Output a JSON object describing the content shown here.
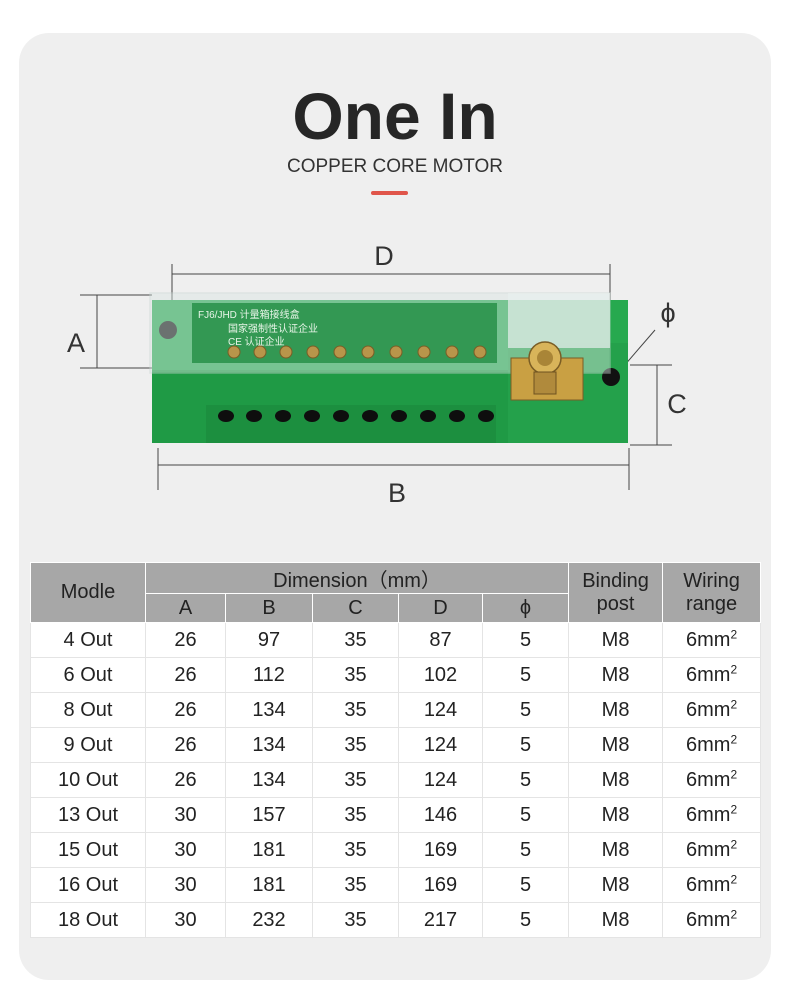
{
  "header": {
    "title": "One In",
    "subtitle": "COPPER CORE MOTOR",
    "accent_color": "#e0554a"
  },
  "diagram": {
    "labels": {
      "A": "A",
      "B": "B",
      "C": "C",
      "D": "D",
      "phi": "ϕ"
    },
    "product": {
      "body_color": "#22a34a",
      "cover_text": [
        "FJ6/JHD 计量箱接线盒",
        "国家强制性认证企业",
        "CE 认证企业"
      ]
    }
  },
  "table": {
    "headers": {
      "model": "Modle",
      "dimension": "Dimension（mm）",
      "binding": [
        "Binding",
        "post"
      ],
      "wiring": [
        "Wiring",
        "range"
      ],
      "sub": [
        "A",
        "B",
        "C",
        "D",
        "ϕ"
      ]
    },
    "rows": [
      {
        "model": "4 Out",
        "a": "26",
        "b": "97",
        "c": "35",
        "d": "87",
        "phi": "5",
        "binding": "M8",
        "wiring": "6mm",
        "wiring_sup": "2"
      },
      {
        "model": "6 Out",
        "a": "26",
        "b": "112",
        "c": "35",
        "d": "102",
        "phi": "5",
        "binding": "M8",
        "wiring": "6mm",
        "wiring_sup": "2"
      },
      {
        "model": "8 Out",
        "a": "26",
        "b": "134",
        "c": "35",
        "d": "124",
        "phi": "5",
        "binding": "M8",
        "wiring": "6mm",
        "wiring_sup": "2"
      },
      {
        "model": "9 Out",
        "a": "26",
        "b": "134",
        "c": "35",
        "d": "124",
        "phi": "5",
        "binding": "M8",
        "wiring": "6mm",
        "wiring_sup": "2"
      },
      {
        "model": "10 Out",
        "a": "26",
        "b": "134",
        "c": "35",
        "d": "124",
        "phi": "5",
        "binding": "M8",
        "wiring": "6mm",
        "wiring_sup": "2"
      },
      {
        "model": "13 Out",
        "a": "30",
        "b": "157",
        "c": "35",
        "d": "146",
        "phi": "5",
        "binding": "M8",
        "wiring": "6mm",
        "wiring_sup": "2"
      },
      {
        "model": "15 Out",
        "a": "30",
        "b": "181",
        "c": "35",
        "d": "169",
        "phi": "5",
        "binding": "M8",
        "wiring": "6mm",
        "wiring_sup": "2"
      },
      {
        "model": "16 Out",
        "a": "30",
        "b": "181",
        "c": "35",
        "d": "169",
        "phi": "5",
        "binding": "M8",
        "wiring": "6mm",
        "wiring_sup": "2"
      },
      {
        "model": "18 Out",
        "a": "30",
        "b": "232",
        "c": "35",
        "d": "217",
        "phi": "5",
        "binding": "M8",
        "wiring": "6mm",
        "wiring_sup": "2"
      }
    ]
  }
}
